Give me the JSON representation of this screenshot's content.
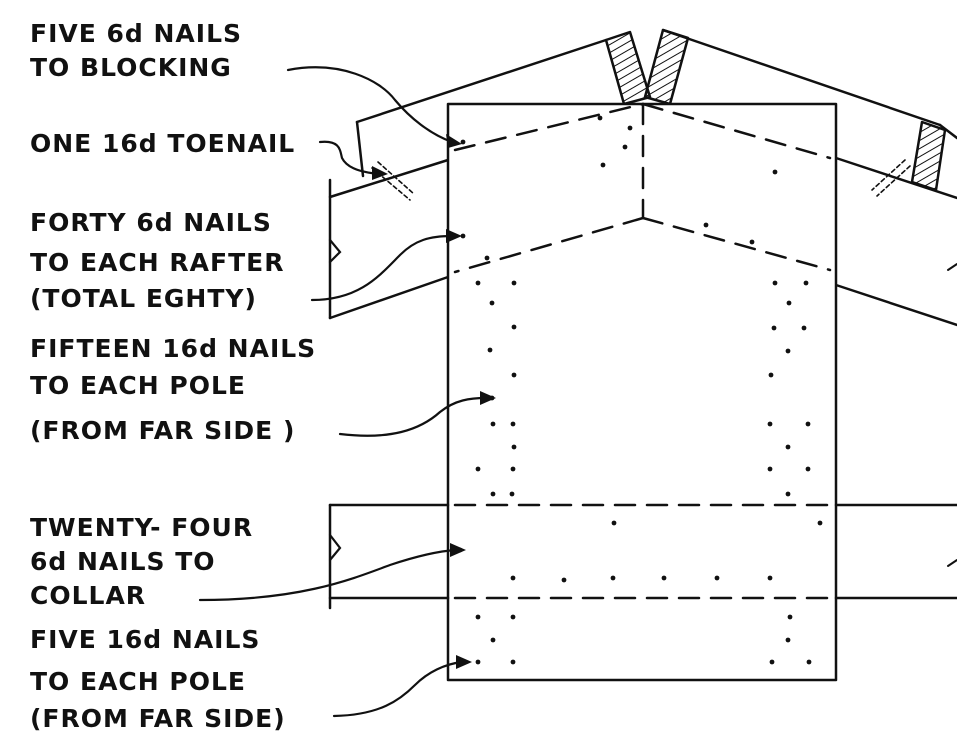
{
  "colors": {
    "ink": "#111111",
    "paper": "#ffffff"
  },
  "labels": {
    "blocking": [
      "FIVE 6d NAILS",
      "TO BLOCKING"
    ],
    "toenail": [
      "ONE 16d TOENAIL"
    ],
    "rafter": [
      "FORTY 6d NAILS",
      "TO EACH RAFTER",
      "(TOTAL EGHTY)"
    ],
    "pole_top": [
      "FIFTEEN 16d NAILS",
      "TO EACH POLE",
      "(FROM FAR SIDE )"
    ],
    "collar": [
      "TWENTY- FOUR",
      "6d NAILS TO",
      "COLLAR"
    ],
    "pole_bottom": [
      "FIVE 16d NAILS",
      "TO EACH POLE",
      "(FROM FAR SIDE)"
    ]
  }
}
